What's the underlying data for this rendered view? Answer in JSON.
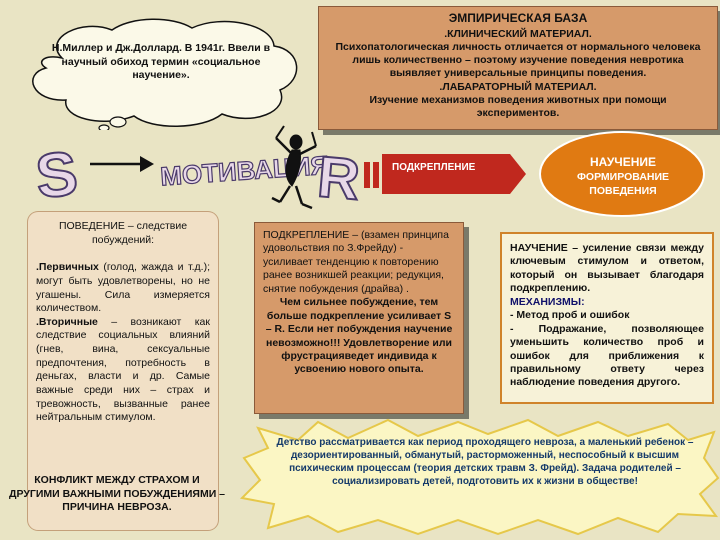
{
  "empirical": {
    "title": "ЭМПИРИЧЕСКАЯ БАЗА",
    "clinical_label": ".КЛИНИЧЕСКИЙ МАТЕРИАЛ.",
    "clinical_text": "Психопатологическая личность отличается от нормального человека лишь количественно – поэтому изучение поведения невротика выявляет универсальные принципы поведения.",
    "lab_label": ".ЛАБАРАТОРНЫЙ МАТЕРИАЛ.",
    "lab_text": "Изучение механизмов поведения животных при помощи экспериментов."
  },
  "cloud": {
    "text": "Н.Миллер и Дж.Доллард. В 1941г. Ввели в научный обиход термин «социальное научение»."
  },
  "diagram": {
    "s_letter": "S",
    "motivation_label": "МОТИВАЦИЯ",
    "r_letter": "R",
    "reinforcement_arrow_label": "ПОДКРЕПЛЕНИЕ",
    "learning_oval_title": "НАУЧЕНИЕ",
    "learning_oval_subtitle": "ФОРМИРОВАНИЕ ПОВЕДЕНИЯ",
    "colors": {
      "arrow_red": "#c0281e",
      "oval_orange": "#e07a12",
      "letter_fill": "#e8d8e8",
      "letter_stroke": "#4a3a6a"
    }
  },
  "behavior": {
    "heading": "ПОВЕДЕНИЕ – следствие побуждений:",
    "primary_label": ".Первичных",
    "primary_text": " (голод, жажда и т.д.); могут быть удовлетворены, но не угашены. Сила измеряется количеством.",
    "secondary_label": ".Вторичные",
    "secondary_text": " – возникают как следствие социальных влияний (гнев, вина, сексуальные предпочтения, потребность в деньгах, власти и др. Самые важные среди них – страх и тревожность, вызванные ранее нейтральным стимулом.",
    "conflict": "КОНФЛИКТ МЕЖДУ СТРАХОМ И ДРУГИМИ ВАЖНЫМИ ПОБУЖДЕНИЯМИ – ПРИЧИНА НЕВРОЗА."
  },
  "reinforcement": {
    "heading": "ПОДКРЕПЛЕНИЕ – (взамен принципа удовольствия по З.Фрейду) -  усиливает тенденцию к повторению ранее возникшей реакции; редукция, снятие побуждения (драйва) .",
    "body": "Чем сильнее побуждение, тем больше подкрепление усиливает S – R. Если нет побуждения научение невозможно!!! Удовлетворение или фрустрацияведет индивида к усвоению нового опыта."
  },
  "learning": {
    "heading": "НАУЧЕНИЕ – усиление связи между ключевым стимулом и ответом, который он вызывает благодаря подкреплению.",
    "mechanisms_label": "МЕХАНИЗМЫ:",
    "mech_1": "- Метод проб и ошибок",
    "mech_2": "- Подражание, позволяющее уменьшить количество проб и ошибок для приближения к правильному ответу через наблюдение поведения другого."
  },
  "childhood": {
    "text": "Детство рассматривается как период проходящего невроза, а маленький ребенок – дезориентированный, обманутый, расторможенный, неспособный к высшим психическим процессам (теория детских травм З. Фрейд). Задача родителей – социализировать детей, подготовить их к жизни в обществе!"
  }
}
